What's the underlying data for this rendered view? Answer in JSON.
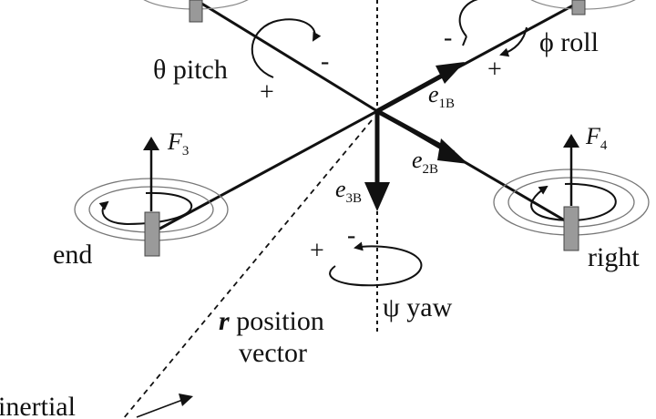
{
  "labels": {
    "pitch": "θ pitch",
    "roll": "ϕ roll",
    "yaw": "ψ yaw",
    "end": "end",
    "right": "right",
    "position_r": "r",
    "position_rest": " position",
    "vector": "vector",
    "inertial": "inertial"
  },
  "signs": {
    "pitch_minus": "-",
    "pitch_plus": "+",
    "roll_minus": "-",
    "roll_plus": "+",
    "yaw_minus": "-",
    "yaw_plus": "+"
  },
  "vectors": {
    "e1B": {
      "base": "e",
      "sub": "1B"
    },
    "e2B": {
      "base": "e",
      "sub": "2B"
    },
    "e3B": {
      "base": "e",
      "sub": "3B"
    },
    "F3": {
      "base": "F",
      "sub": "3"
    },
    "F4": {
      "base": "F",
      "sub": "4"
    }
  }
}
